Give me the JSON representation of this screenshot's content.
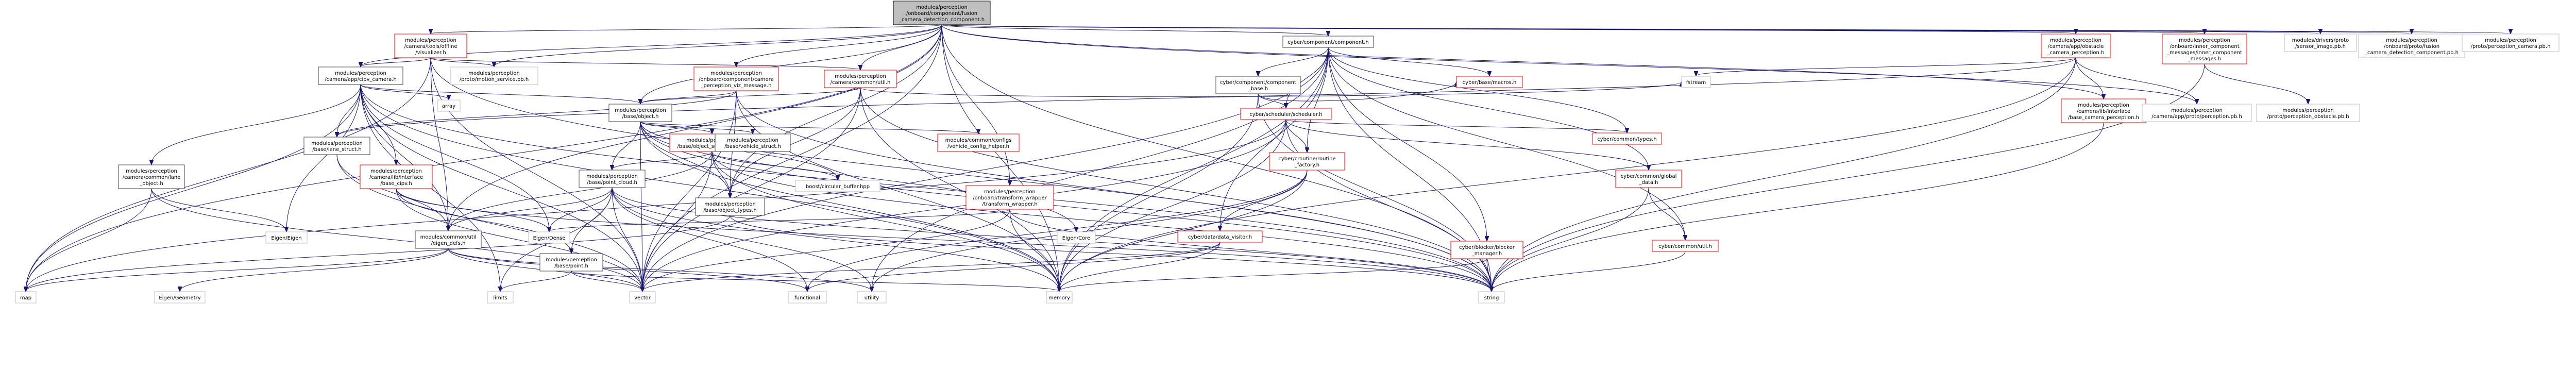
{
  "nodes": [
    {
      "id": "root",
      "lines": [
        "modules/perception",
        "/onboard/component/fusion",
        "_camera_detection_component.h"
      ],
      "style": "root"
    },
    {
      "id": "visualizer",
      "lines": [
        "modules/perception",
        "/camera/tools/offline",
        "/visualizer.h"
      ],
      "style": "red"
    },
    {
      "id": "cyber_component",
      "lines": [
        "cyber/component/component.h"
      ],
      "style": "black"
    },
    {
      "id": "drivers_sensor_image",
      "lines": [
        "modules/drivers/proto",
        "/sensor_image.pb.h"
      ],
      "style": "gray"
    },
    {
      "id": "fusion_camera_pb",
      "lines": [
        "modules/perception",
        "/onboard/proto/fusion",
        "_camera_detection_component.pb.h"
      ],
      "style": "gray"
    },
    {
      "id": "perception_camera_pb",
      "lines": [
        "modules/perception",
        "/proto/perception_camera.pb.h"
      ],
      "style": "gray"
    },
    {
      "id": "app_obstacle_cam",
      "lines": [
        "modules/perception",
        "/camera/app/obstacle",
        "_camera_perception.h"
      ],
      "style": "red"
    },
    {
      "id": "inner_component_messages",
      "lines": [
        "modules/perception",
        "/onboard/inner_component",
        "_messages/inner_component",
        "_messages.h"
      ],
      "style": "red"
    },
    {
      "id": "cipv_camera",
      "lines": [
        "modules/perception",
        "/camera/app/cipv_camera.h"
      ],
      "style": "black"
    },
    {
      "id": "motion_service_pb",
      "lines": [
        "modules/perception",
        "/proto/motion_service.pb.h"
      ],
      "style": "gray"
    },
    {
      "id": "camera_vis_message",
      "lines": [
        "modules/perception",
        "/onboard/component/camera",
        "_perception_viz_message.h"
      ],
      "style": "red"
    },
    {
      "id": "common_util",
      "lines": [
        "modules/perception",
        "/camera/common/util.h"
      ],
      "style": "red"
    },
    {
      "id": "component_base",
      "lines": [
        "cyber/component/component",
        "_base.h"
      ],
      "style": "black"
    },
    {
      "id": "base_macros",
      "lines": [
        "cyber/base/macros.h"
      ],
      "style": "red"
    },
    {
      "id": "fstream",
      "lines": [
        "fstream"
      ],
      "style": "gray"
    },
    {
      "id": "base_object",
      "lines": [
        "modules/perception",
        "/base/object.h"
      ],
      "style": "black"
    },
    {
      "id": "vehicle_config_helper",
      "lines": [
        "modules/common/configs",
        "/vehicle_config_helper.h"
      ],
      "style": "red"
    },
    {
      "id": "scheduler",
      "lines": [
        "cyber/scheduler/scheduler.h"
      ],
      "style": "red"
    },
    {
      "id": "base_camera_perception",
      "lines": [
        "modules/perception",
        "/camera/lib/interface",
        "/base_camera_perception.h"
      ],
      "style": "red"
    },
    {
      "id": "perception_obstacle_pb",
      "lines": [
        "modules/perception",
        "/proto/perception_obstacle.pb.h"
      ],
      "style": "gray"
    },
    {
      "id": "camera_app_perception_pb",
      "lines": [
        "modules/perception",
        "/camera/app/proto/perception.pb.h"
      ],
      "style": "gray"
    },
    {
      "id": "cyber_common_types",
      "lines": [
        "cyber/common/types.h"
      ],
      "style": "red"
    },
    {
      "id": "array",
      "lines": [
        "array"
      ],
      "style": "gray"
    },
    {
      "id": "lane_struct",
      "lines": [
        "modules/perception",
        "/base/lane_struct.h"
      ],
      "style": "black"
    },
    {
      "id": "object_supplement",
      "lines": [
        "modules/perception",
        "/base/object_supplement.h"
      ],
      "style": "red"
    },
    {
      "id": "vehicle_struct",
      "lines": [
        "modules/perception",
        "/base/vehicle_struct.h"
      ],
      "style": "black"
    },
    {
      "id": "routine_factory",
      "lines": [
        "cyber/croutine/routine",
        "_factory.h"
      ],
      "style": "red"
    },
    {
      "id": "frame_object",
      "lines": [
        "modules/perception",
        "/camera/common/lane",
        "_object.h"
      ],
      "style": "black"
    },
    {
      "id": "base_cipv",
      "lines": [
        "modules/perception",
        "/camera/lib/interface",
        "/base_cipv.h"
      ],
      "style": "red"
    },
    {
      "id": "point_cloud",
      "lines": [
        "modules/perception",
        "/base/point_cloud.h"
      ],
      "style": "black"
    },
    {
      "id": "circular_buffer",
      "lines": [
        "boost/circular_buffer.hpp"
      ],
      "style": "gray"
    },
    {
      "id": "object_types",
      "lines": [
        "modules/perception",
        "/base/object_types.h"
      ],
      "style": "black"
    },
    {
      "id": "transform_wrapper",
      "lines": [
        "modules/perception",
        "/onboard/transform_wrapper",
        "/transform_wrapper.h"
      ],
      "style": "red"
    },
    {
      "id": "global_data",
      "lines": [
        "cyber/common/global",
        "_data.h"
      ],
      "style": "red"
    },
    {
      "id": "eigen_core",
      "lines": [
        "Eigen/Core"
      ],
      "style": "gray"
    },
    {
      "id": "eigen_dense",
      "lines": [
        "Eigen/Dense"
      ],
      "style": "gray"
    },
    {
      "id": "eigen_eigen",
      "lines": [
        "Eigen/Eigen"
      ],
      "style": "gray"
    },
    {
      "id": "eigen_defs",
      "lines": [
        "modules/common/util",
        "/eigen_defs.h"
      ],
      "style": "black"
    },
    {
      "id": "base_point",
      "lines": [
        "modules/perception",
        "/base/point.h"
      ],
      "style": "black"
    },
    {
      "id": "data_visitor",
      "lines": [
        "cyber/data/data_visitor.h"
      ],
      "style": "red"
    },
    {
      "id": "blocker_manager",
      "lines": [
        "cyber/blocker/blocker",
        "_manager.h"
      ],
      "style": "red"
    },
    {
      "id": "common_util_h",
      "lines": [
        "cyber/common/util.h"
      ],
      "style": "red"
    },
    {
      "id": "map",
      "lines": [
        "map"
      ],
      "style": "gray"
    },
    {
      "id": "eigen_geometry",
      "lines": [
        "Eigen/Geometry"
      ],
      "style": "gray"
    },
    {
      "id": "limits",
      "lines": [
        "limits"
      ],
      "style": "gray"
    },
    {
      "id": "vector",
      "lines": [
        "vector"
      ],
      "style": "gray"
    },
    {
      "id": "functional",
      "lines": [
        "functional"
      ],
      "style": "gray"
    },
    {
      "id": "utility",
      "lines": [
        "utility"
      ],
      "style": "gray"
    },
    {
      "id": "memory",
      "lines": [
        "memory"
      ],
      "style": "gray"
    },
    {
      "id": "string",
      "lines": [
        "string"
      ],
      "style": "gray"
    }
  ],
  "edges": [
    [
      "root",
      "visualizer"
    ],
    [
      "root",
      "cyber_component"
    ],
    [
      "root",
      "drivers_sensor_image"
    ],
    [
      "root",
      "fusion_camera_pb"
    ],
    [
      "root",
      "perception_camera_pb"
    ],
    [
      "root",
      "app_obstacle_cam"
    ],
    [
      "root",
      "inner_component_messages"
    ],
    [
      "root",
      "cipv_camera"
    ],
    [
      "root",
      "motion_service_pb"
    ],
    [
      "root",
      "camera_vis_message"
    ],
    [
      "root",
      "common_util"
    ],
    [
      "root",
      "base_object"
    ],
    [
      "root",
      "transform_wrapper"
    ],
    [
      "root",
      "object_types"
    ],
    [
      "root",
      "eigen_defs"
    ],
    [
      "root",
      "map"
    ],
    [
      "root",
      "vector"
    ],
    [
      "root",
      "memory"
    ],
    [
      "root",
      "string"
    ],
    [
      "root",
      "camera_app_perception_pb"
    ],
    [
      "root",
      "base_camera_perception"
    ],
    [
      "visualizer",
      "cipv_camera"
    ],
    [
      "visualizer",
      "motion_service_pb"
    ],
    [
      "visualizer",
      "common_util"
    ],
    [
      "visualizer",
      "map"
    ],
    [
      "visualizer",
      "eigen_defs"
    ],
    [
      "visualizer",
      "vector"
    ],
    [
      "visualizer",
      "string"
    ],
    [
      "cyber_component",
      "component_base"
    ],
    [
      "cyber_component",
      "base_macros"
    ],
    [
      "cyber_component",
      "scheduler"
    ],
    [
      "cyber_component",
      "cyber_common_types"
    ],
    [
      "cyber_component",
      "routine_factory"
    ],
    [
      "cyber_component",
      "global_data"
    ],
    [
      "cyber_component",
      "data_visitor"
    ],
    [
      "cyber_component",
      "blocker_manager"
    ],
    [
      "cyber_component",
      "common_util_h"
    ],
    [
      "cyber_component",
      "memory"
    ],
    [
      "cyber_component",
      "vector"
    ],
    [
      "cyber_component",
      "utility"
    ],
    [
      "cyber_component",
      "string"
    ],
    [
      "app_obstacle_cam",
      "base_camera_perception"
    ],
    [
      "app_obstacle_cam",
      "camera_app_perception_pb"
    ],
    [
      "app_obstacle_cam",
      "fstream"
    ],
    [
      "app_obstacle_cam",
      "memory"
    ],
    [
      "app_obstacle_cam",
      "string"
    ],
    [
      "app_obstacle_cam",
      "lane_struct"
    ],
    [
      "inner_component_messages",
      "perception_obstacle_pb"
    ],
    [
      "inner_component_messages",
      "string"
    ],
    [
      "cipv_camera",
      "base_object"
    ],
    [
      "cipv_camera",
      "lane_struct"
    ],
    [
      "cipv_camera",
      "frame_object"
    ],
    [
      "cipv_camera",
      "base_cipv"
    ],
    [
      "cipv_camera",
      "array"
    ],
    [
      "cipv_camera",
      "map"
    ],
    [
      "cipv_camera",
      "eigen_dense"
    ],
    [
      "cipv_camera",
      "eigen_eigen"
    ],
    [
      "cipv_camera",
      "memory"
    ],
    [
      "cipv_camera",
      "vector"
    ],
    [
      "cipv_camera",
      "string"
    ],
    [
      "cipv_camera",
      "eigen_defs"
    ],
    [
      "cipv_camera",
      "limits"
    ],
    [
      "camera_vis_message",
      "base_object"
    ],
    [
      "camera_vis_message",
      "object_types"
    ],
    [
      "camera_vis_message",
      "lane_struct"
    ],
    [
      "camera_vis_message",
      "memory"
    ],
    [
      "camera_vis_message",
      "vector"
    ],
    [
      "camera_vis_message",
      "string"
    ],
    [
      "common_util",
      "base_object"
    ],
    [
      "common_util",
      "object_types"
    ],
    [
      "common_util",
      "fstream"
    ],
    [
      "common_util",
      "vector"
    ],
    [
      "common_util",
      "string"
    ],
    [
      "common_util",
      "memory"
    ],
    [
      "component_base",
      "scheduler"
    ],
    [
      "component_base",
      "base_macros"
    ],
    [
      "component_base",
      "memory"
    ],
    [
      "component_base",
      "string"
    ],
    [
      "base_object",
      "object_supplement"
    ],
    [
      "base_object",
      "vehicle_struct"
    ],
    [
      "base_object",
      "object_types"
    ],
    [
      "base_object",
      "point_cloud"
    ],
    [
      "base_object",
      "vehicle_config_helper"
    ],
    [
      "base_object",
      "eigen_core"
    ],
    [
      "base_object",
      "memory"
    ],
    [
      "base_object",
      "string"
    ],
    [
      "base_object",
      "vector"
    ],
    [
      "base_object",
      "circular_buffer"
    ],
    [
      "scheduler",
      "routine_factory"
    ],
    [
      "scheduler",
      "cyber_common_types"
    ],
    [
      "scheduler",
      "global_data"
    ],
    [
      "scheduler",
      "memory"
    ],
    [
      "scheduler",
      "string"
    ],
    [
      "scheduler",
      "vector"
    ],
    [
      "scheduler",
      "map"
    ],
    [
      "base_camera_perception",
      "string"
    ],
    [
      "lane_struct",
      "eigen_defs"
    ],
    [
      "lane_struct",
      "vector"
    ],
    [
      "object_supplement",
      "point_cloud"
    ],
    [
      "object_supplement",
      "circular_buffer"
    ],
    [
      "object_supplement",
      "object_types"
    ],
    [
      "object_supplement",
      "eigen_defs"
    ],
    [
      "object_supplement",
      "memory"
    ],
    [
      "object_supplement",
      "vector"
    ],
    [
      "object_supplement",
      "string"
    ],
    [
      "routine_factory",
      "data_visitor"
    ],
    [
      "routine_factory",
      "memory"
    ],
    [
      "routine_factory",
      "utility"
    ],
    [
      "routine_factory",
      "functional"
    ],
    [
      "frame_object",
      "eigen_eigen"
    ],
    [
      "frame_object",
      "vector"
    ],
    [
      "frame_object",
      "map"
    ],
    [
      "base_cipv",
      "base_point"
    ],
    [
      "base_cipv",
      "eigen_dense"
    ],
    [
      "base_cipv",
      "vector"
    ],
    [
      "base_cipv",
      "string"
    ],
    [
      "point_cloud",
      "base_point"
    ],
    [
      "point_cloud",
      "eigen_defs"
    ],
    [
      "point_cloud",
      "eigen_dense"
    ],
    [
      "point_cloud",
      "vector"
    ],
    [
      "point_cloud",
      "memory"
    ],
    [
      "point_cloud",
      "string"
    ],
    [
      "point_cloud",
      "utility"
    ],
    [
      "point_cloud",
      "limits"
    ],
    [
      "point_cloud",
      "functional"
    ],
    [
      "object_types",
      "string"
    ],
    [
      "object_types",
      "map"
    ],
    [
      "transform_wrapper",
      "eigen_dense"
    ],
    [
      "transform_wrapper",
      "memory"
    ],
    [
      "transform_wrapper",
      "string"
    ],
    [
      "transform_wrapper",
      "vector"
    ],
    [
      "global_data",
      "string"
    ],
    [
      "global_data",
      "common_util_h"
    ],
    [
      "eigen_defs",
      "eigen_geometry"
    ],
    [
      "eigen_defs",
      "vector"
    ],
    [
      "eigen_defs",
      "map"
    ],
    [
      "eigen_defs",
      "functional"
    ],
    [
      "eigen_defs",
      "utility"
    ],
    [
      "base_point",
      "limits"
    ],
    [
      "base_point",
      "vector"
    ],
    [
      "base_point",
      "memory"
    ],
    [
      "data_visitor",
      "memory"
    ],
    [
      "data_visitor",
      "vector"
    ],
    [
      "data_visitor",
      "functional"
    ],
    [
      "blocker_manager",
      "memory"
    ],
    [
      "blocker_manager",
      "string"
    ],
    [
      "common_util_h",
      "string"
    ]
  ]
}
